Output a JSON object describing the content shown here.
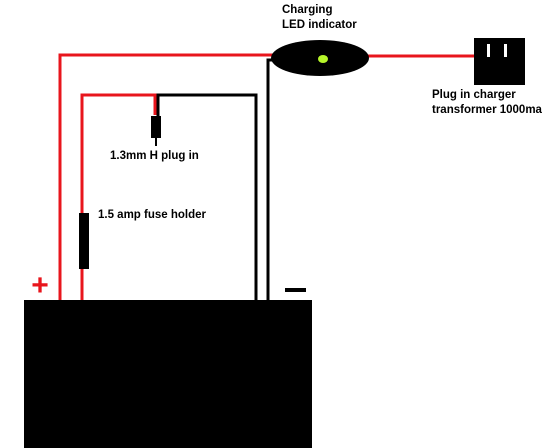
{
  "labels": {
    "led": [
      "Charging",
      "LED indicator"
    ],
    "charger": [
      "Plug in charger",
      "transformer 1000ma"
    ],
    "plug": "1.3mm H plug in",
    "fuse": "1.5 amp fuse holder",
    "positive": "+",
    "negative": "−"
  },
  "colors": {
    "positive_wire": "#e8151c",
    "negative_wire": "#000000",
    "led_light": "#b6f52a",
    "battery": "#000000",
    "background": "#ffffff"
  }
}
